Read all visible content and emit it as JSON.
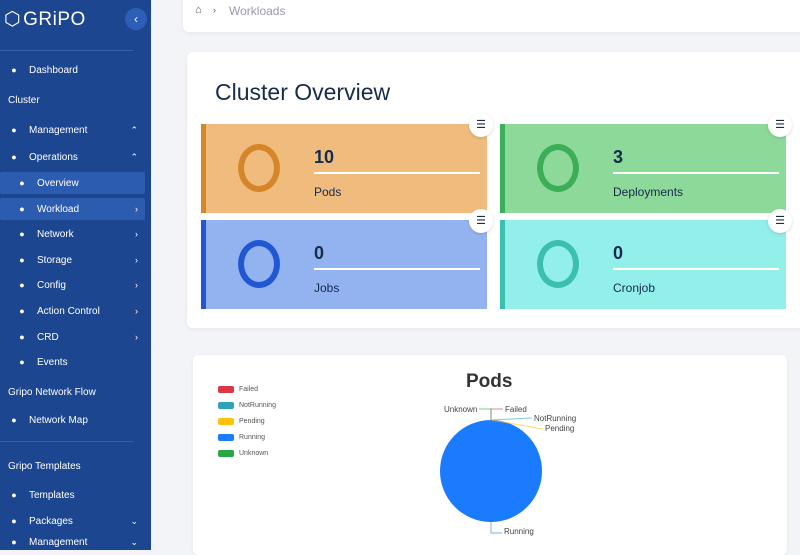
{
  "sidebar": {
    "brand": "GRiPO",
    "items": [
      {
        "label": "Dashboard",
        "icon": "dashboard-icon"
      },
      {
        "label": "Cluster"
      },
      {
        "label": "Management",
        "icon": "send-icon"
      },
      {
        "label": "Operations",
        "icon": "terminal-icon"
      },
      {
        "label": "Overview",
        "icon": "sitemap-icon"
      },
      {
        "label": "Workload",
        "icon": "briefcase-icon"
      },
      {
        "label": "Network",
        "icon": "send-icon"
      },
      {
        "label": "Storage",
        "icon": "database-icon"
      },
      {
        "label": "Config",
        "icon": "tools-icon"
      },
      {
        "label": "Action Control",
        "icon": "check-circle-icon"
      },
      {
        "label": "CRD",
        "icon": "sync-icon"
      },
      {
        "label": "Events",
        "icon": "calendar-icon"
      },
      {
        "label": "Gripo Network Flow"
      },
      {
        "label": "Network Map",
        "icon": "network-icon"
      },
      {
        "label": "Gripo Templates"
      },
      {
        "label": "Templates",
        "icon": "network-icon"
      },
      {
        "label": "Packages",
        "icon": "boxes-icon"
      },
      {
        "label": "Management",
        "icon": "send-icon"
      }
    ]
  },
  "breadcrumb": {
    "current": "Workloads"
  },
  "overview": {
    "title": "Cluster Overview",
    "cards": [
      {
        "value": "10",
        "label": "Pods",
        "bg": "#f0bc7e",
        "accent": "#d6862a"
      },
      {
        "value": "3",
        "label": "Deployments",
        "bg": "#8dd99a",
        "accent": "#3dae58"
      },
      {
        "value": "0",
        "label": "Jobs",
        "bg": "#93b3f0",
        "accent": "#2257d4"
      },
      {
        "value": "0",
        "label": "Cronjob",
        "bg": "#93efe9",
        "accent": "#3bbfaf"
      }
    ]
  },
  "chart_data": {
    "type": "pie",
    "title": "Pods",
    "categories": [
      "Failed",
      "NotRunning",
      "Pending",
      "Running",
      "Unknown"
    ],
    "values": [
      0,
      0,
      0,
      10,
      0
    ],
    "colors": [
      "#dc3545",
      "#2ea3b7",
      "#ffc107",
      "#1a7bff",
      "#28a745"
    ],
    "legend": "top-left"
  }
}
